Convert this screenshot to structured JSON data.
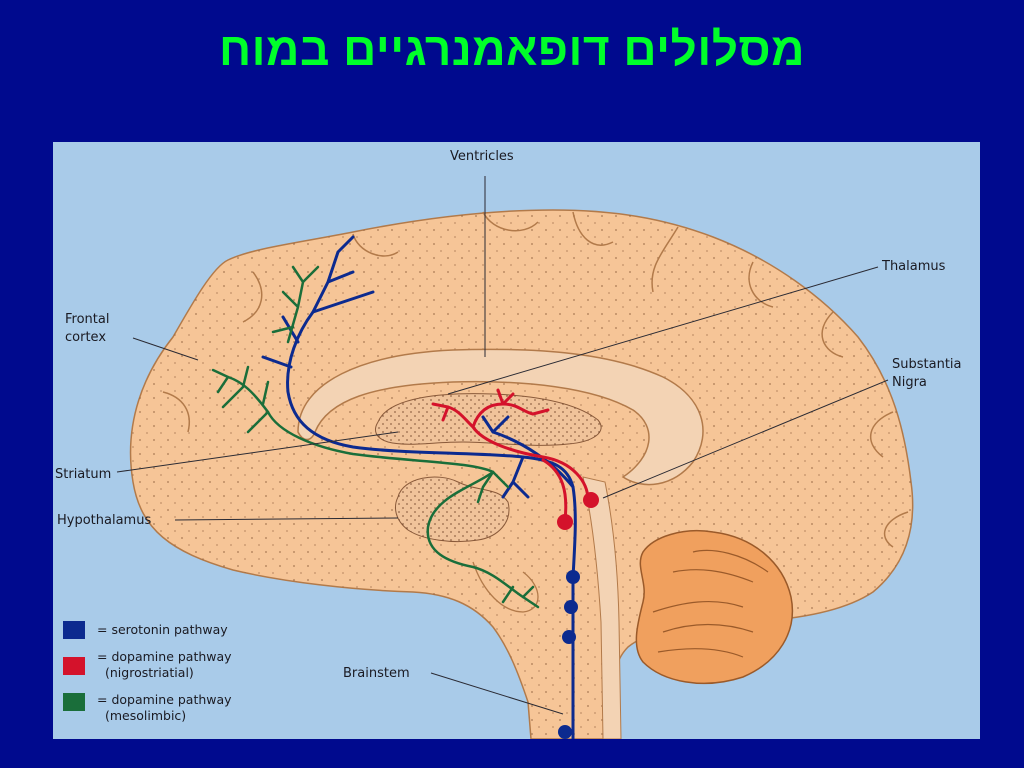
{
  "title": "מסלולים דופאמנרגיים במוח",
  "labels": {
    "ventricles": "Ventricles",
    "thalamus": "Thalamus",
    "frontal_cortex_1": "Frontal",
    "frontal_cortex_2": "cortex",
    "substantia_nigra_1": "Substantia",
    "substantia_nigra_2": "Nigra",
    "striatum": "Striatum",
    "hypothalamus": "Hypothalamus",
    "brainstem": "Brainstem"
  },
  "legend": [
    {
      "color": "#0c2a8f",
      "line1": "= serotonin pathway",
      "line2": ""
    },
    {
      "color": "#d4122b",
      "line1": "= dopamine pathway",
      "line2": "(nigrostriatial)"
    },
    {
      "color": "#1a6e3a",
      "line1": "= dopamine pathway",
      "line2": "(mesolimbic)"
    }
  ],
  "colors": {
    "background": "#000a8e",
    "title": "#00ff2a",
    "panel": "#a9cbe9",
    "brain": "#f6c597",
    "cerebellum": "#f0a05e",
    "serotonin": "#0c2a8f",
    "dopamine_nigrostriatal": "#d4122b",
    "dopamine_mesolimbic": "#1a6e3a"
  }
}
